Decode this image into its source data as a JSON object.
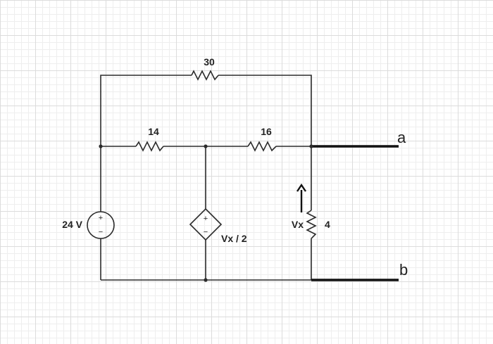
{
  "labels": {
    "r30": "30",
    "r14": "14",
    "r16": "16",
    "r4": "4",
    "source": "24 V",
    "dependent_source": "Vx / 2",
    "vx": "Vx",
    "terminal_a": "a",
    "terminal_b": "b",
    "plus": "+",
    "minus": "−"
  },
  "colors": {
    "wire": "#2b2b2b",
    "grid_major": "#dcdcdc",
    "grid_minor": "#eeeeee"
  }
}
